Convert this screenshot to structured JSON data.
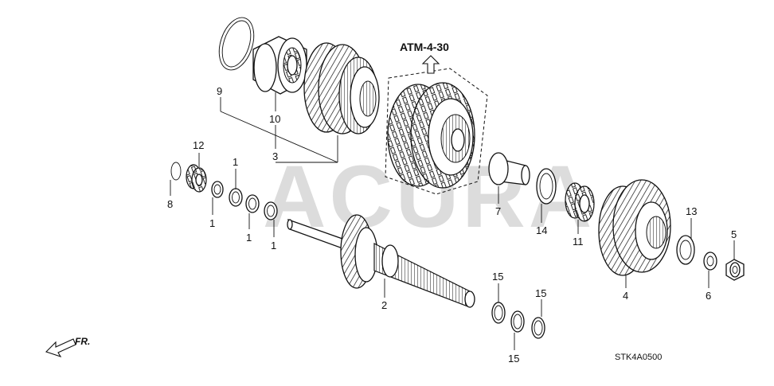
{
  "reference_label": "ATM-4-30",
  "diagram_code": "STK4A0500",
  "front_indicator": "FR.",
  "watermark": "ACURA",
  "callouts": {
    "c1a": "1",
    "c1b": "1",
    "c1c": "1",
    "c1d": "1",
    "c2": "2",
    "c3": "3",
    "c4": "4",
    "c5": "5",
    "c6": "6",
    "c7": "7",
    "c8": "8",
    "c9": "9",
    "c10": "10",
    "c11": "11",
    "c12": "12",
    "c13": "13",
    "c14": "14",
    "c15a": "15",
    "c15b": "15",
    "c15c": "15"
  },
  "colors": {
    "line": "#111111",
    "watermark": "#dcdcdc",
    "background": "#ffffff"
  }
}
